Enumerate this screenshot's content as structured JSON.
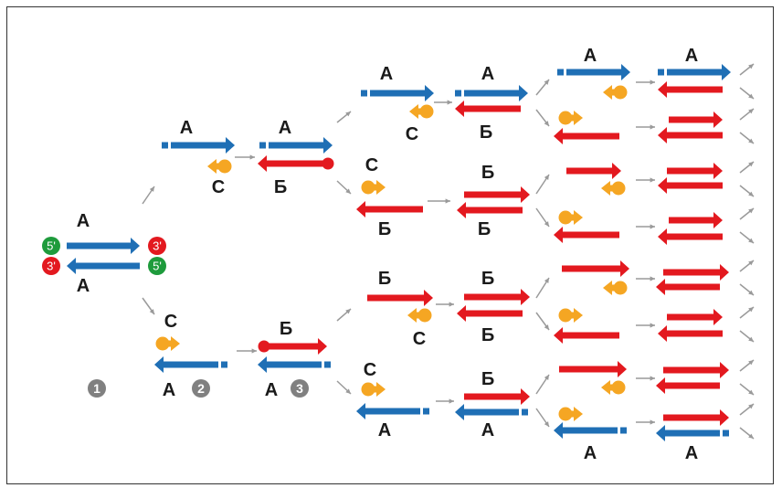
{
  "colors": {
    "strand_a": "#1f6fb5",
    "strand_b": "#e3191f",
    "primer": "#f5a623",
    "connector": "#9a9a9a",
    "end_5": "#1e9b3c",
    "end_3": "#e3191f",
    "step_marker": "#808080"
  },
  "strand_labels": {
    "a": "А",
    "b": "Б",
    "c": "С"
  },
  "ends": {
    "five": "5'",
    "three": "3'"
  },
  "steps": [
    "1",
    "2",
    "3"
  ]
}
